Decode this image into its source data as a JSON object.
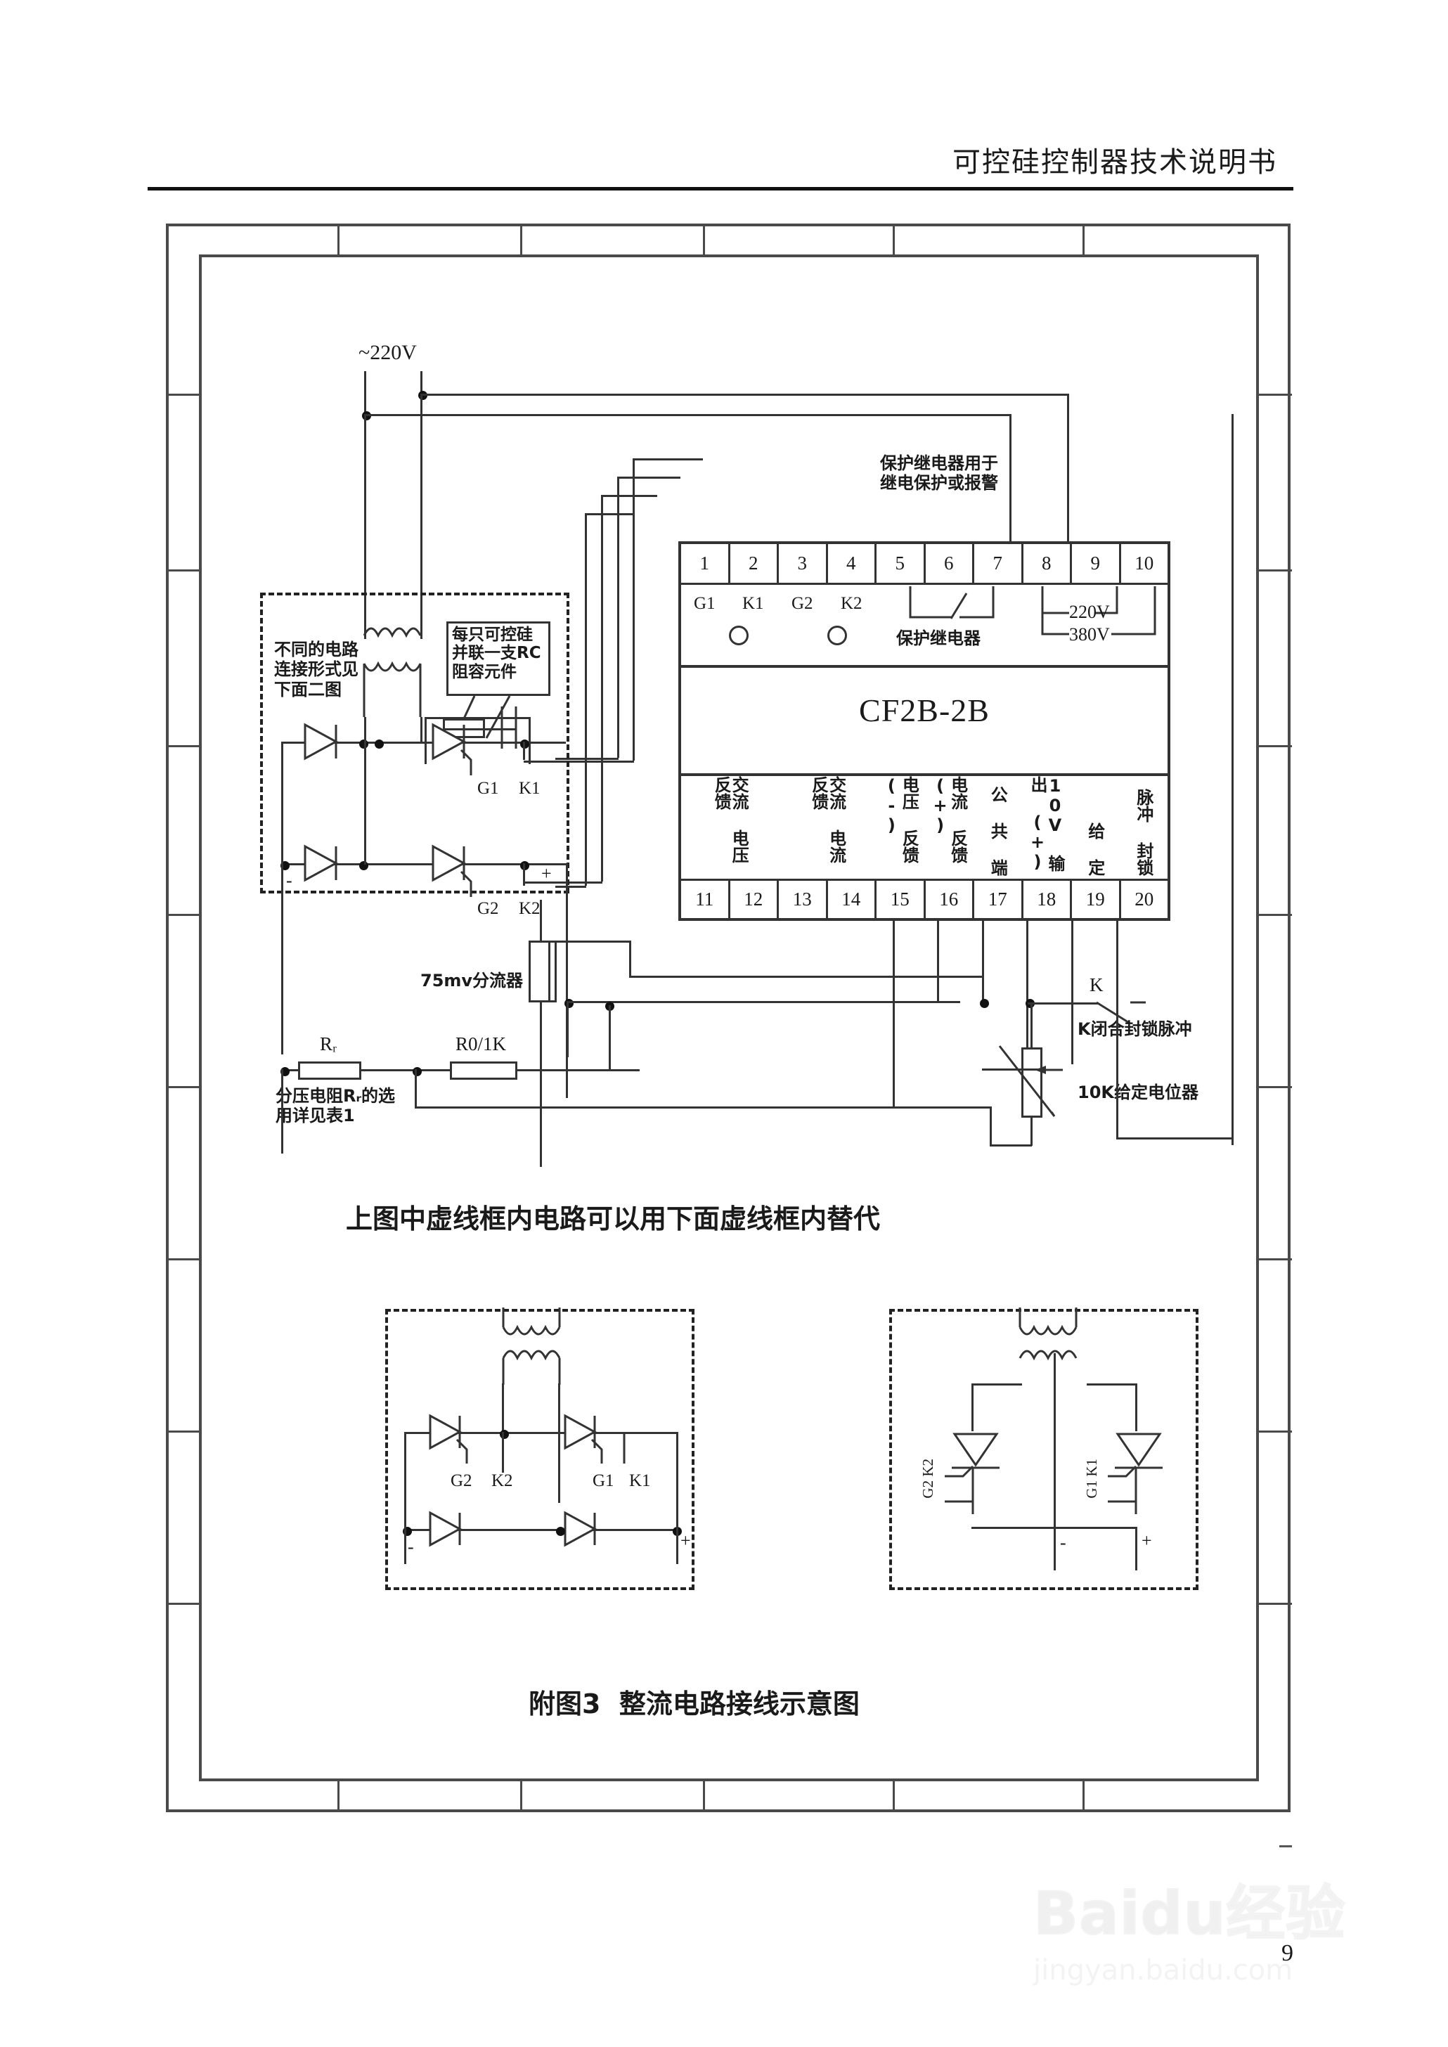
{
  "header": {
    "title": "可控硅控制器技术说明书"
  },
  "supply": {
    "label": "~220V"
  },
  "notes": {
    "relay_note": "保护继电器用于\n继电保护或报警",
    "circuit_forms": "不同的电路\n连接形式见\n下面二图",
    "rc_note": "每只可控硅\n并联一支RC\n阻容元件",
    "shunt": "75mv分流器",
    "divider_note": "分压电阻Rᵣ的选\n用详见表1",
    "k_note": "K闭合封锁脉冲",
    "pot_note": "10K给定电位器",
    "replace_note": "上图中虚线框内电路可以用下面虚线框内替代"
  },
  "module": {
    "model": "CF2B-2B",
    "top_terminals": [
      "1",
      "2",
      "3",
      "4",
      "5",
      "6",
      "7",
      "8",
      "9",
      "10"
    ],
    "bottom_terminals": [
      "11",
      "12",
      "13",
      "14",
      "15",
      "16",
      "17",
      "18",
      "19",
      "20"
    ],
    "gate_labels": [
      "G1",
      "K1",
      "G2",
      "K2"
    ],
    "relay_label": "保护继电器",
    "voltage_220": "220V",
    "voltage_380": "380V",
    "function_labels": [
      "交流\n电压\n反馈",
      "交流\n电流\n反馈",
      "电压\n反馈\n(-)",
      "电流\n反馈\n(+)",
      "公\n共\n端",
      "10V\n输出\n(+)",
      "给\n定",
      "脉冲\n封锁"
    ]
  },
  "main_circuit": {
    "thyristor_upper": {
      "gate": "G1",
      "cathode": "K1"
    },
    "thyristor_lower": {
      "gate": "G2",
      "cathode": "K2"
    },
    "minus": "-",
    "plus": "+",
    "resistor_divider": "Rᵣ",
    "resistor_r0": "R0/1K",
    "switch_label": "K"
  },
  "alt_circuit_left": {
    "thyristor_left": {
      "gate": "G2",
      "cathode": "K2"
    },
    "thyristor_right": {
      "gate": "G1",
      "cathode": "K1"
    },
    "minus": "-",
    "plus": "+"
  },
  "alt_circuit_right": {
    "thyristor_left": "G2 K2",
    "thyristor_right": "G1 K1",
    "minus": "-",
    "plus": "+"
  },
  "figure": {
    "caption": "附图3  整流电路接线示意图"
  },
  "footer": {
    "page_number": "9",
    "watermark_main": "Baidu经验",
    "watermark_sub": "jingyan.baidu.com"
  },
  "colors": {
    "ink": "#333333",
    "frame": "#4a4a4a",
    "text": "#1a1a1a"
  }
}
